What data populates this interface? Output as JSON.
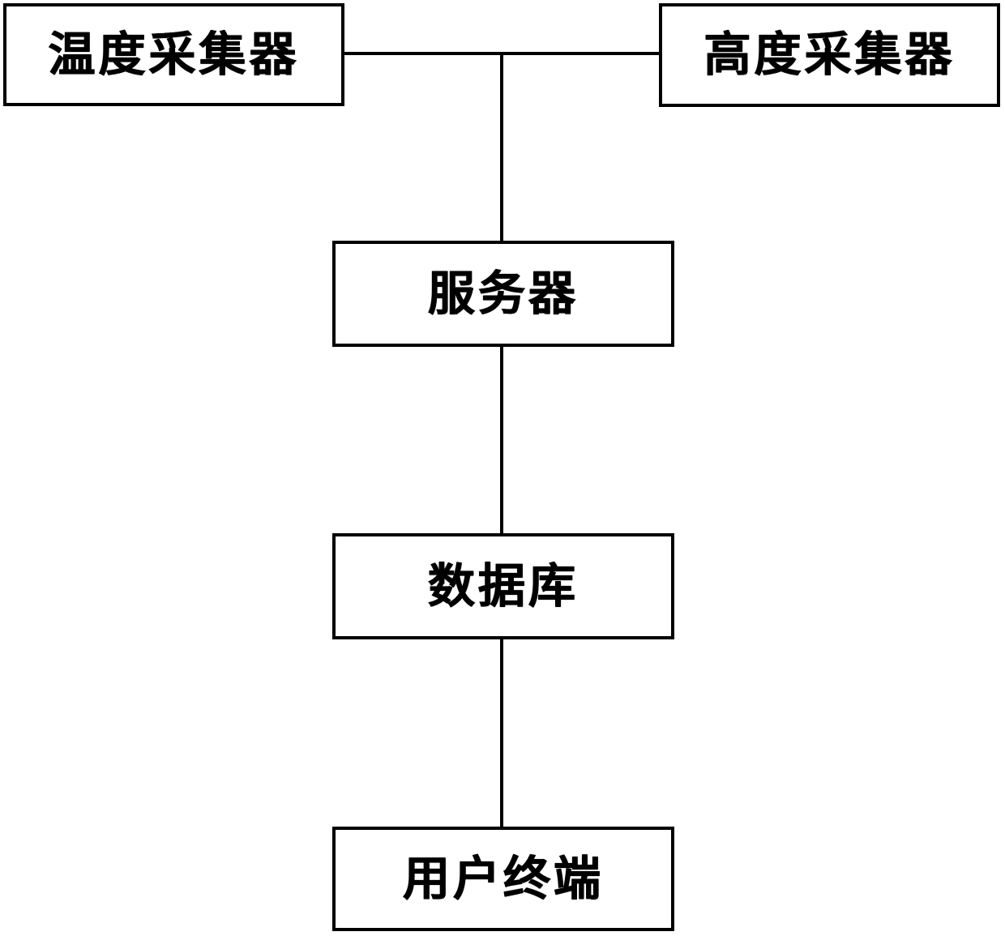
{
  "diagram": {
    "title": "sensor-data-system-block-diagram",
    "background_color": "#ffffff",
    "line_color": "#000000",
    "nodes": [
      {
        "id": "temperature-collector",
        "label": "温度采集器"
      },
      {
        "id": "height-collector",
        "label": "高度采集器"
      },
      {
        "id": "server",
        "label": "服务器"
      },
      {
        "id": "database",
        "label": "数据库"
      },
      {
        "id": "user-terminal",
        "label": "用户终端"
      }
    ],
    "edges": [
      {
        "from": "temperature-collector",
        "to": "server"
      },
      {
        "from": "height-collector",
        "to": "server"
      },
      {
        "from": "server",
        "to": "database"
      },
      {
        "from": "database",
        "to": "user-terminal"
      }
    ]
  }
}
